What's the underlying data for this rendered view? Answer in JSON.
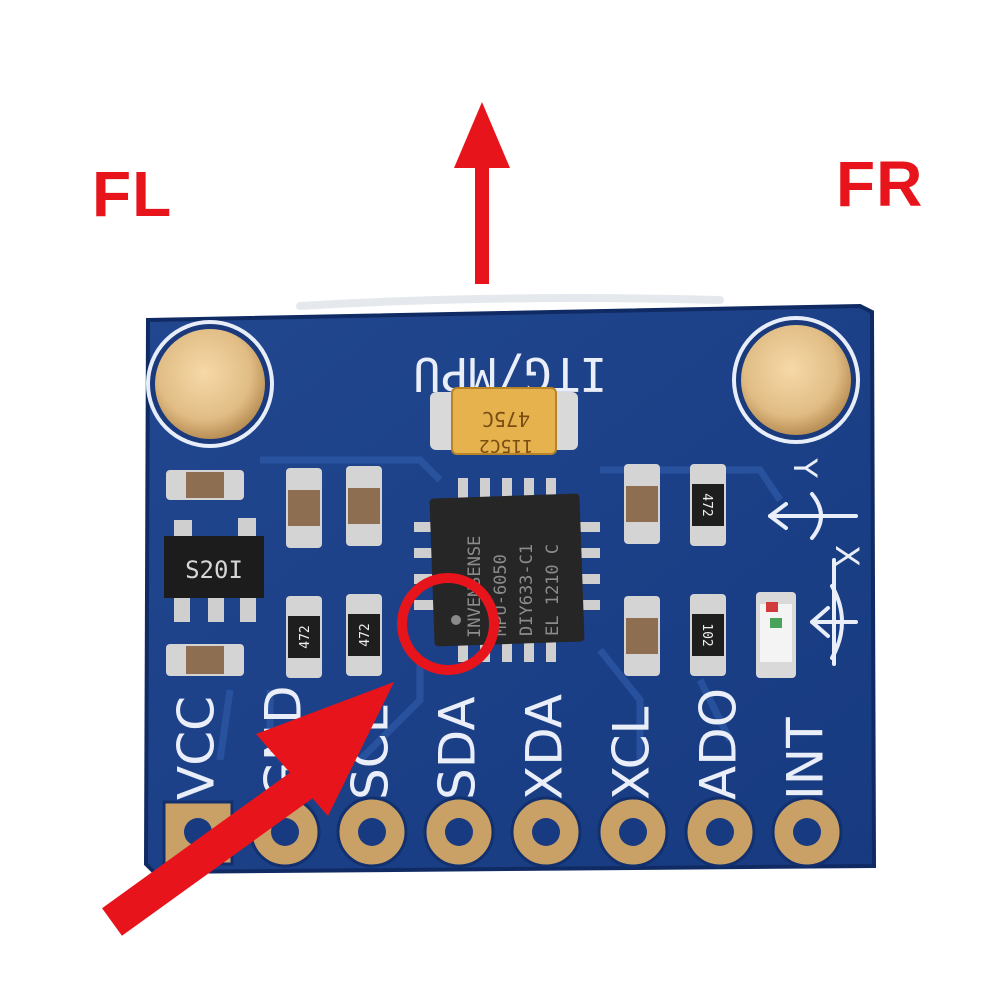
{
  "labels": {
    "front_left": "FL",
    "front_right": "FR",
    "silkscreen_title": "ITG/MPU",
    "chip_lines": [
      "INVENSENSE",
      "MPU-6050",
      "DIY633-C1",
      "EL 1210 C"
    ],
    "regulator_code": "S20I",
    "tantalum_code": "475C",
    "tantalum_batch": "115C2",
    "resistor_code": "472",
    "resistor_code_alt": "102",
    "axis_y": "Y",
    "axis_x": "X"
  },
  "pins": [
    "VCC",
    "GND",
    "SCL",
    "SDA",
    "XDA",
    "XCL",
    "ADO",
    "INT"
  ],
  "colors": {
    "annotation_red": "#e8141c",
    "board_blue": "#1d3f8a",
    "pad_gold": "#c9a066",
    "silkscreen": "#e9eef8"
  }
}
